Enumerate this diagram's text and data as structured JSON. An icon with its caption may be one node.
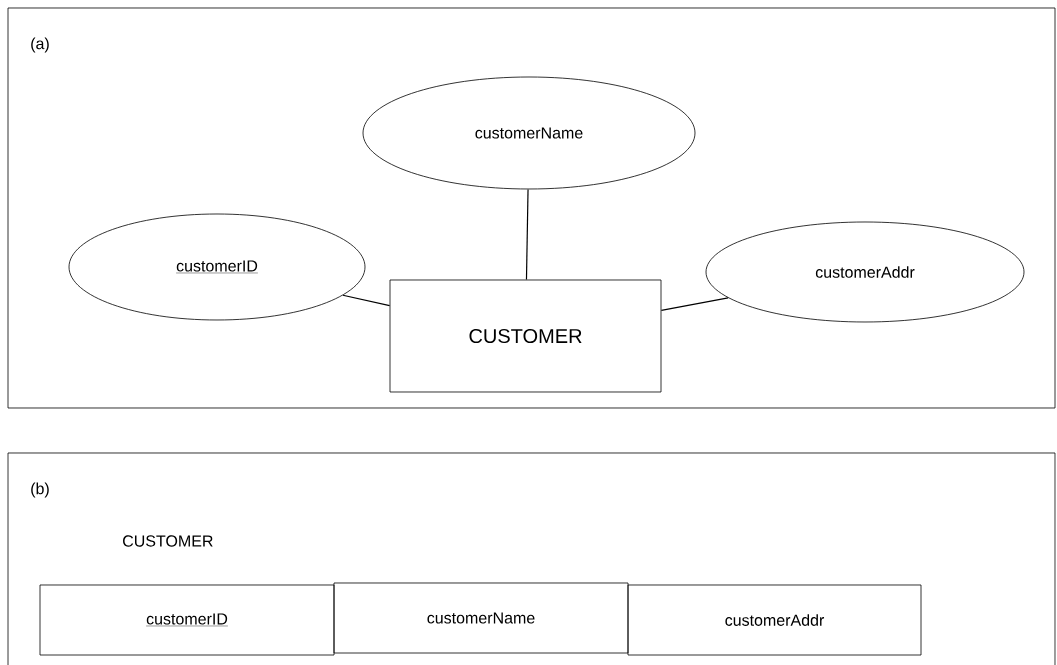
{
  "diagram": {
    "nodes": [
      {
        "text": [
          "(a)"
        ]
      },
      {
        "text": [
          "customerName"
        ],
        "in": 0
      },
      {
        "text": [
          "customerID"
        ],
        "in": 0
      },
      {
        "text": [
          "CUSTOMER"
        ],
        "in": 0
      },
      {
        "text": [
          "customerAddr"
        ],
        "in": 0
      },
      {
        "text": [
          "(b)",
          "CUSTOMER"
        ]
      },
      {
        "text": [
          "customerID"
        ],
        "in": 5
      },
      {
        "text": [
          "customerName"
        ],
        "in": 5
      },
      {
        "text": [
          "customerAddr"
        ],
        "in": 5
      }
    ],
    "edges": [
      {
        "from": 2,
        "to": 3,
        "arrow": "none"
      },
      {
        "from": 1,
        "to": 3,
        "arrow": "none"
      },
      {
        "from": 3,
        "to": 4,
        "arrow": "none"
      }
    ]
  }
}
